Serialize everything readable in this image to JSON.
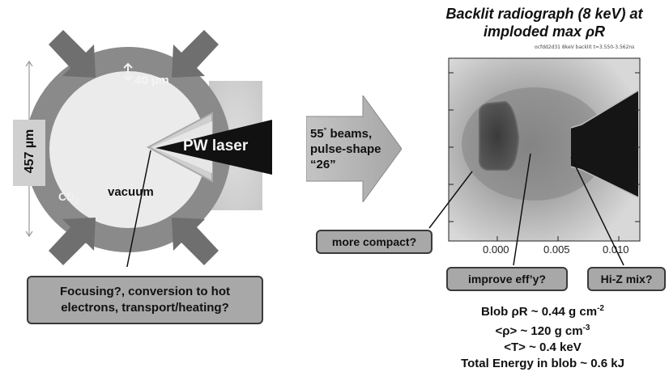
{
  "left_panel": {
    "thickness_label": "40 µm",
    "diameter_label": "457 µm",
    "laser_label": "PW laser",
    "material_label": "CD",
    "material_subscript": "2",
    "vacuum_label": "vacuum",
    "question_line1": "Focusing?, conversion to hot",
    "question_line2": "electrons, transport/heating?"
  },
  "center_arrow": {
    "line1": "55",
    "degree_mark": "°",
    "line1_rest": " beams,",
    "line2": "pulse-shape",
    "line3": "“26”"
  },
  "right_panel": {
    "title_line1": "Backlit radiograph (8 keV) at",
    "title_line2_prefix": "imploded max ",
    "title_line2_symbol": "ρR",
    "image_caption": "ocfdd2d31 8keV backlit t=3.550-3.562ns",
    "axis_ticks": [
      "0.000",
      "0.005",
      "0.010"
    ],
    "callout_compact": "more compact?",
    "callout_efficiency": "improve eff’y?",
    "callout_mix": "Hi-Z mix?",
    "stats": [
      "Blob ρR ~ 0.44 g cm-2",
      "<ρ> ~ 120 g cm-3",
      "<T> ~ 0.4 keV",
      "Total Energy in blob ~ 0.6 kJ"
    ]
  },
  "colors": {
    "shell": "#8a8a8a",
    "arrow": "#6f6f6f",
    "callout_fill": "#a8a8a8",
    "laser_cone": "#111111",
    "block": "#d4d4d4"
  }
}
